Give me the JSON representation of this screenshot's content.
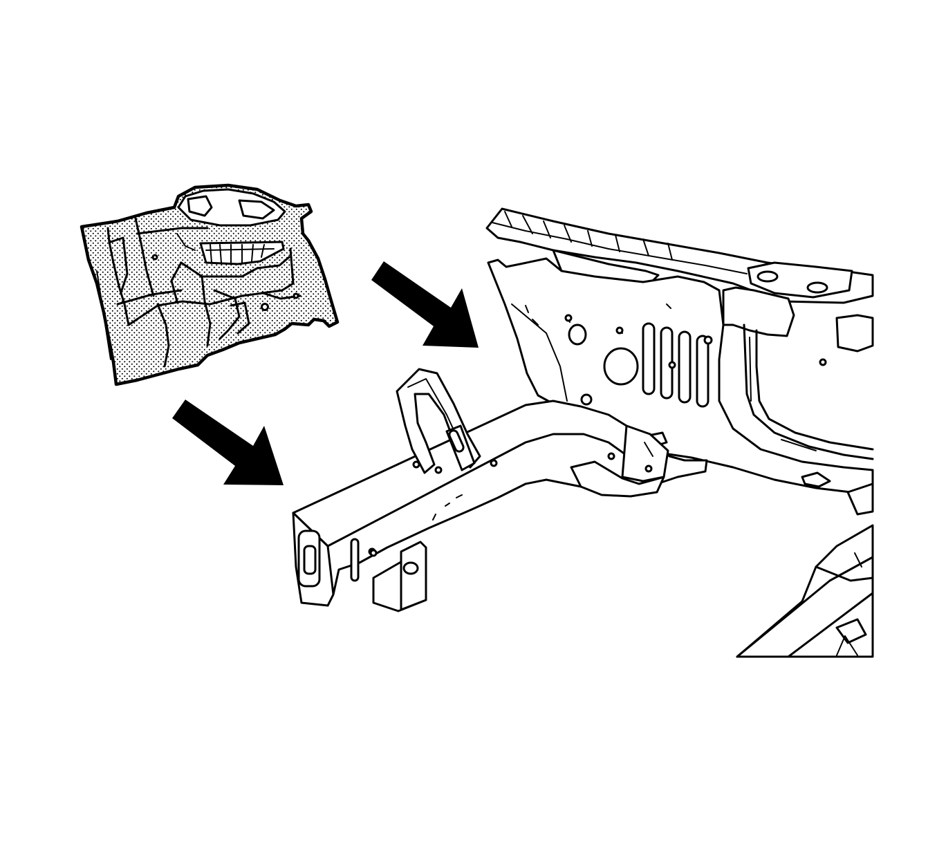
{
  "diagram": {
    "parts": [
      {
        "id": "replacement-panel",
        "shading": "stippled"
      },
      {
        "id": "vehicle-structure",
        "shading": "none"
      }
    ],
    "arrows": [
      {
        "id": "arrow-upper",
        "direction": "down-right"
      },
      {
        "id": "arrow-lower",
        "direction": "down-right"
      }
    ],
    "colors": {
      "line": "#000000",
      "background": "#ffffff",
      "stipple": "#000000"
    }
  }
}
